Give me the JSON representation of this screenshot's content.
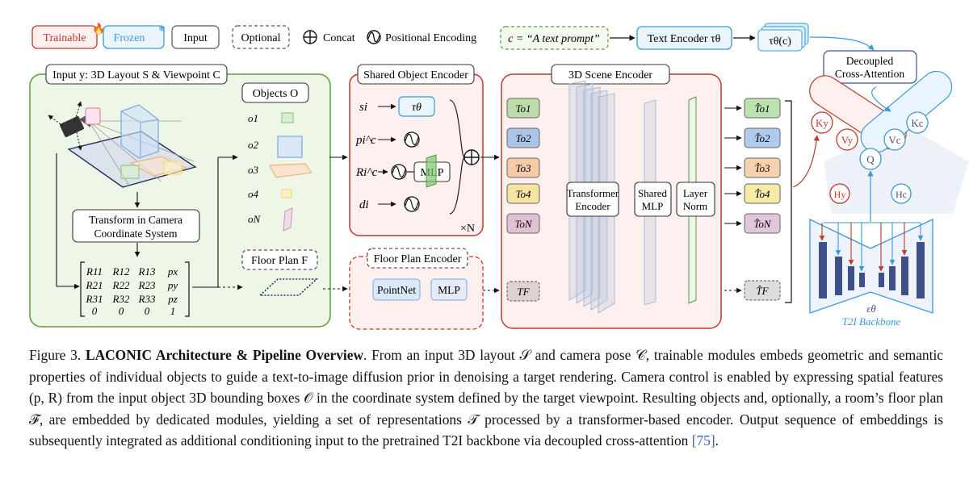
{
  "legend": {
    "trainable": "Trainable",
    "frozen": "Frozen",
    "input": "Input",
    "optional": "Optional",
    "concat": "Concat",
    "positional_encoding": "Positional Encoding"
  },
  "prompt": {
    "text": "c = “A text prompt”",
    "encoder": "Text Encoder τθ",
    "output": "τθ(c)"
  },
  "decoupled": {
    "line1": "Decoupled",
    "line2": "Cross-Attention"
  },
  "input_panel": {
    "title": "Input y: 3D Layout S & Viewpoint C",
    "objects_title": "Objects O",
    "objects": [
      "o1",
      "o2",
      "o3",
      "o4",
      "oN"
    ],
    "transform_line1": "Transform in Camera",
    "transform_line2": "Coordinate System",
    "matrix": [
      [
        "R11",
        "R12",
        "R13",
        "px"
      ],
      [
        "R21",
        "R22",
        "R23",
        "py"
      ],
      [
        "R31",
        "R32",
        "R33",
        "pz"
      ],
      [
        "0",
        "0",
        "0",
        "1"
      ]
    ],
    "floor_plan": "Floor Plan F"
  },
  "shared_encoder": {
    "title": "Shared Object Encoder",
    "inputs": [
      "si",
      "pi^c",
      "Ri^c",
      "di"
    ],
    "tau": "τθ",
    "mlp": "MLP",
    "repeat": "×N"
  },
  "floor_encoder": {
    "title": "Floor Plan Encoder",
    "pointnet": "PointNet",
    "mlp": "MLP"
  },
  "scene_encoder": {
    "title": "3D Scene Encoder",
    "tokens_in": [
      "To1",
      "To2",
      "To3",
      "To4",
      "ToN"
    ],
    "token_floor": "TF",
    "transformer_line1": "Transformer",
    "transformer_line2": "Encoder",
    "shared_mlp_line1": "Shared",
    "shared_mlp_line2": "MLP",
    "layer_norm_line1": "Layer",
    "layer_norm_line2": "Norm"
  },
  "tokens_out": [
    "T̂o1",
    "T̂o2",
    "T̂o3",
    "T̂o4",
    "T̂oN"
  ],
  "token_out_floor": "T̂F",
  "attention": {
    "ky": "Ky",
    "vy": "Vy",
    "q": "Q",
    "vc": "Vc",
    "kc": "Kc",
    "hy": "Hy",
    "hc": "Hc"
  },
  "backbone": {
    "eps": "εθ",
    "label": "T2I Backbone"
  },
  "colors": {
    "trainable": "#c0392b",
    "frozen": "#3a9ad9",
    "input_green": "#5a9a3c",
    "o1": "#8fce7a",
    "o2": "#7aa7e0",
    "o3": "#f2b27a",
    "o4": "#f3dc6e",
    "oN": "#c9a3bf",
    "backbone": "#3f4f8a"
  },
  "caption": {
    "fig_no": "Figure 3.",
    "title": "LACONIC Architecture & Pipeline Overview",
    "body": ". From an input 3D layout 𝒮 and camera pose 𝒞, trainable modules embeds geometric and semantic properties of individual objects to guide a text-to-image diffusion prior in denoising a target rendering. Camera control is enabled by expressing spatial features (p, R) from the input object 3D bounding boxes 𝒪 in the coordinate system defined by the target viewpoint. Resulting objects and, optionally, a room’s floor plan ℱ, are embedded by dedicated modules, yielding a set of representations 𝒯 processed by a transformer-based encoder. Output sequence of embeddings is subsequently integrated as additional conditioning input to the pretrained T2I backbone via decoupled cross-attention ",
    "ref": "[75]",
    "end": "."
  }
}
